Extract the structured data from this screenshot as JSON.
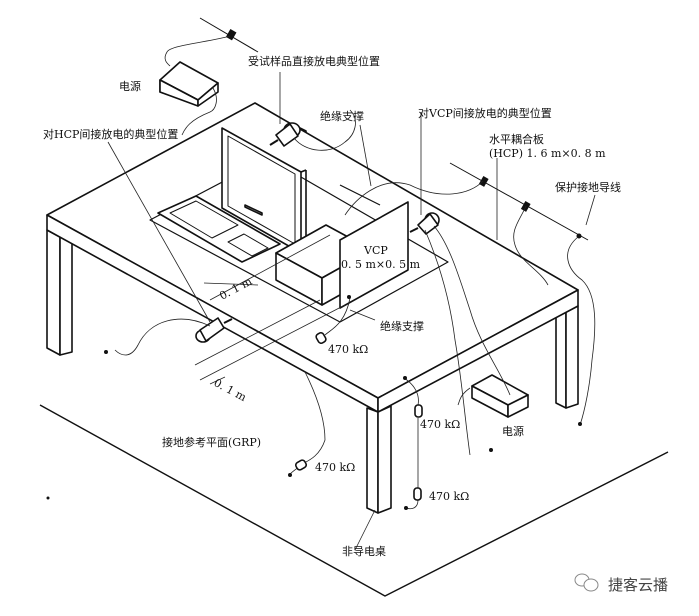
{
  "diagram": {
    "title": "ESD test setup - table-top equipment",
    "labels": {
      "power_supply_top": "电源",
      "direct_discharge": "受试样品直接放电典型位置",
      "insulating_support_top": "绝缘支撑",
      "hcp_indirect": "对HCP间接放电的典型位置",
      "vcp_indirect": "对VCP间接放电的典型位置",
      "hcp_title": "水平耦合板",
      "hcp_size": "(HCP) 1. 6 m×0. 8 m",
      "ground_wire": "保护接地导线",
      "vcp_title": "VCP",
      "vcp_size": "0. 5 m×0. 5 m",
      "dist_1": "0. 1 m",
      "dist_2": "0. 1 m",
      "insulating_support_bottom": "绝缘支撑",
      "resistor_1": "470 kΩ",
      "resistor_2": "470 kΩ",
      "resistor_3": "470 kΩ",
      "resistor_4": "470 kΩ",
      "power_supply_bottom": "电源",
      "grp": "接地参考平面(GRP)",
      "table": "非导电桌"
    },
    "watermark": "捷客云播"
  }
}
